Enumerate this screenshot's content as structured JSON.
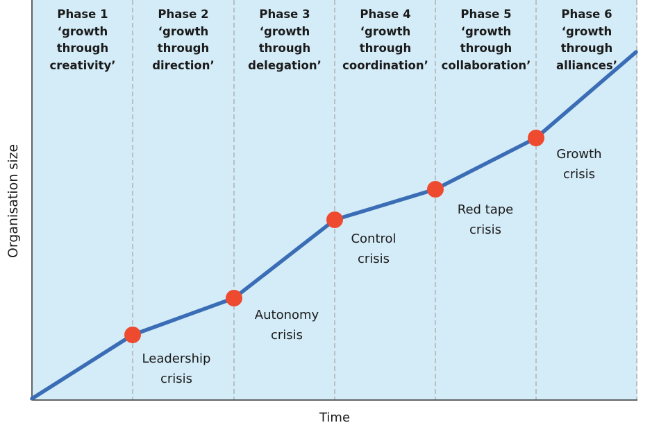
{
  "diagram": {
    "ylabel": "Organisation size",
    "xlabel": "Time",
    "background_color": "#d4ecf8",
    "line_color": "#3a6db5",
    "point_color": "#ee4a2f",
    "phases": [
      {
        "lines": [
          "Phase 1",
          "‘growth",
          "through",
          "creativity’"
        ]
      },
      {
        "lines": [
          "Phase 2",
          "‘growth",
          "through",
          "direction’"
        ]
      },
      {
        "lines": [
          "Phase 3",
          "‘growth",
          "through",
          "delegation’"
        ]
      },
      {
        "lines": [
          "Phase 4",
          "‘growth",
          "through",
          "coordination’"
        ]
      },
      {
        "lines": [
          "Phase 5",
          "‘growth",
          "through",
          "collaboration’"
        ]
      },
      {
        "lines": [
          "Phase 6",
          "‘growth",
          "through",
          "alliances’"
        ]
      }
    ],
    "crises": [
      {
        "lines": [
          "Leadership",
          "crisis"
        ]
      },
      {
        "lines": [
          "Autonomy",
          "crisis"
        ]
      },
      {
        "lines": [
          "Control",
          "crisis"
        ]
      },
      {
        "lines": [
          "Red tape",
          "crisis"
        ]
      },
      {
        "lines": [
          "Growth",
          "crisis"
        ]
      }
    ]
  }
}
